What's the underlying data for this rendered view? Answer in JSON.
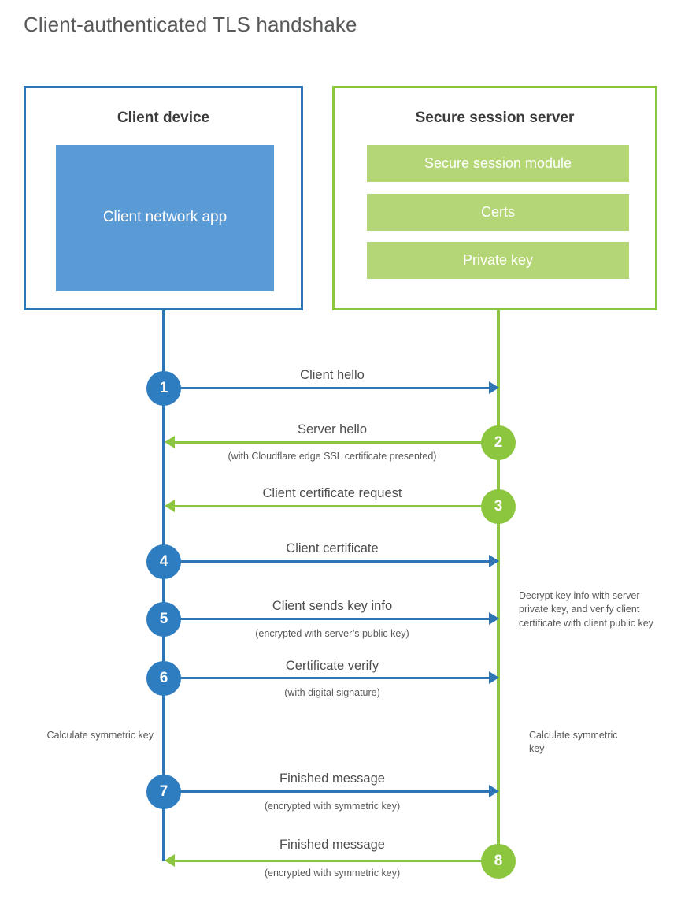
{
  "title": "Client-authenticated TLS handshake",
  "colors": {
    "client_blue": "#2e75b6",
    "client_app_fill": "#5b9bd5",
    "server_green": "#8cc63f",
    "server_bar_fill": "#b5d677",
    "step_blue": "#2d7dc0",
    "text_gray": "#4d4d4d",
    "background": "#ffffff"
  },
  "client": {
    "title": "Client device",
    "app_label": "Client network app"
  },
  "server": {
    "title": "Secure session server",
    "bars": [
      {
        "label": "Secure session module"
      },
      {
        "label": "Certs"
      },
      {
        "label": "Private key"
      }
    ]
  },
  "steps": [
    {
      "number": "1",
      "label": "Client hello",
      "sub": "",
      "direction": "right",
      "actor": "client"
    },
    {
      "number": "2",
      "label": "Server hello",
      "sub": "(with Cloudflare edge SSL certificate presented)",
      "direction": "left",
      "actor": "server"
    },
    {
      "number": "3",
      "label": "Client certificate request",
      "sub": "",
      "direction": "left",
      "actor": "server"
    },
    {
      "number": "4",
      "label": "Client certificate",
      "sub": "",
      "direction": "right",
      "actor": "client"
    },
    {
      "number": "5",
      "label": "Client sends key info",
      "sub": "(encrypted with server’s public key)",
      "direction": "right",
      "actor": "client"
    },
    {
      "number": "6",
      "label": "Certificate verify",
      "sub": "(with digital signature)",
      "direction": "right",
      "actor": "client"
    },
    {
      "number": "7",
      "label": "Finished message",
      "sub": "(encrypted with symmetric key)",
      "direction": "right",
      "actor": "client"
    },
    {
      "number": "8",
      "label": "Finished message",
      "sub": "(encrypted with symmetric key)",
      "direction": "left",
      "actor": "server"
    }
  ],
  "notes": {
    "server_decrypt": "Decrypt key info with server private key, and verify client certificate with client public key",
    "client_calculate": "Calculate symmetric key",
    "server_calculate": "Calculate symmetric key"
  }
}
